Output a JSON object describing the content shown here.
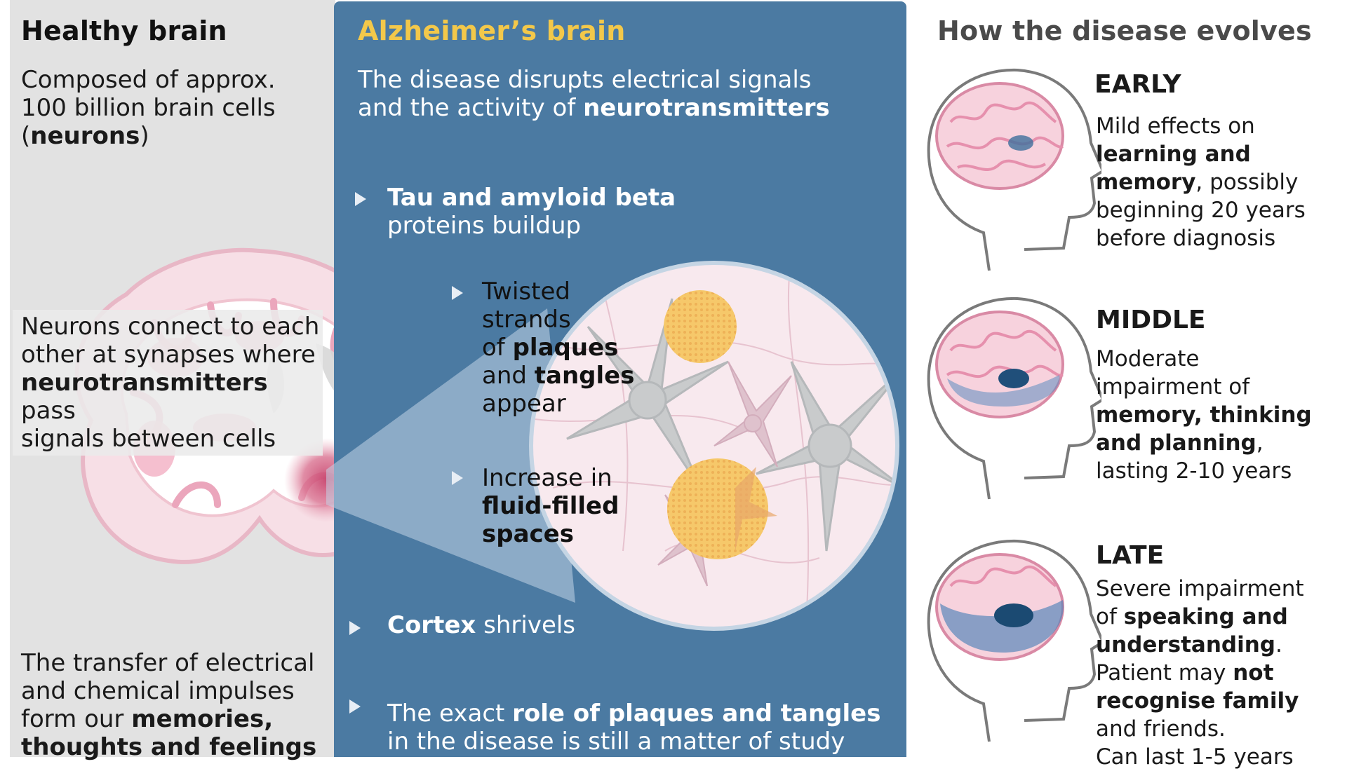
{
  "healthy": {
    "title": "Healthy brain",
    "intro": [
      "Composed of approx.",
      "100 billion brain cells",
      "(",
      "neurons",
      ")"
    ],
    "synapse": [
      "Neurons connect to each",
      "other at synapses where",
      "neurotransmitters",
      " pass",
      "signals between cells"
    ],
    "footer": [
      "The transfer of electrical",
      "and chemical impulses",
      "form our ",
      "memories,",
      "thoughts and feelings"
    ]
  },
  "alzheimers": {
    "title": "Alzheimer’s brain",
    "intro": [
      "The disease disrupts electrical signals",
      "and the activity of ",
      "neurotransmitters"
    ],
    "tau": [
      "Tau and amyloid beta",
      "proteins buildup"
    ],
    "plaques": [
      "Twisted",
      "strands",
      "of ",
      "plaques",
      "and ",
      "tangles",
      "appear"
    ],
    "fluid": [
      "Increase in",
      "fluid-filled",
      "spaces"
    ],
    "cortex": [
      "Cortex",
      " shrivels"
    ],
    "role": [
      "The exact ",
      "role of plaques and tangles",
      "in the disease is still a matter of study"
    ]
  },
  "evolution": {
    "title": "How the disease evolves",
    "stages": [
      {
        "label": "EARLY",
        "desc": [
          "Mild effects on",
          "learning and",
          "memory",
          ", possibly",
          "beginning 20 years",
          "before diagnosis"
        ]
      },
      {
        "label": "MIDDLE",
        "desc": [
          "Moderate",
          "impairment of",
          "memory, thinking",
          "and planning",
          ",",
          "lasting 2-10 years"
        ]
      },
      {
        "label": "LATE",
        "desc": [
          "Severe impairment",
          "of ",
          "speaking and",
          "understanding",
          ".",
          "Patient may ",
          "not",
          "recognise family",
          "and friends.",
          "Can last 1-5 years"
        ]
      }
    ]
  },
  "icons": [
    "brain-cross-section-illustration",
    "magnified-neuron-circle",
    "head-profile-brain-icon"
  ],
  "colors": {
    "left_bg": "#e2e2e2",
    "mid_bg": "#4b7aa2",
    "title_accent": "#f3c84a",
    "brain_pink": "#f2a9bf",
    "plaque_yellow": "#f4c46a",
    "damage_blue": "#3f6f9c"
  }
}
